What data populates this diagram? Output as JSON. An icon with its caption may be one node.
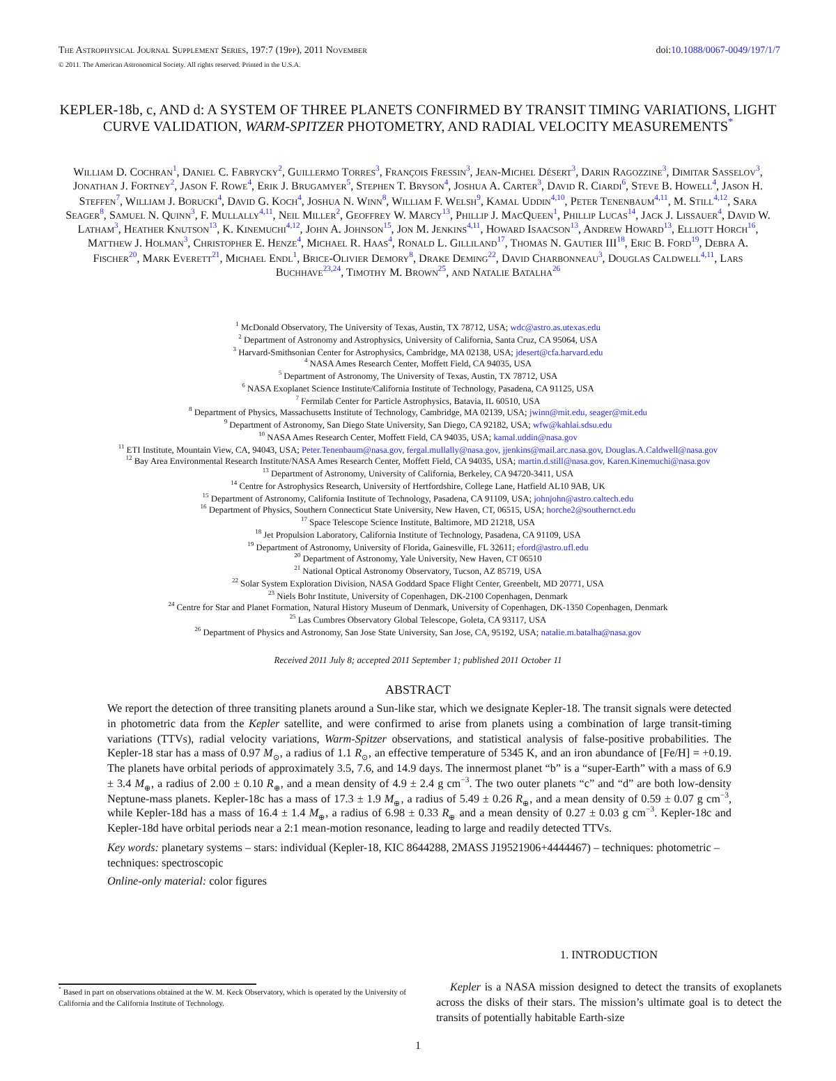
{
  "diagram": {
    "title": "KEPLER-18b, c, AND d: A SYSTEM OF THREE PLANETS CONFIRMED BY TRANSIT TIMING VARIATIONS, LIGHT CURVE VALIDATION, *WARM-SPITZER* PHOTOMETRY, AND RADIAL VELOCITY MEASUREMENTS$^{*}$",
    "labels": [
      "The Astrophysical Journal Supplement Series, 197:7 (19pp), 2011 November",
      "doi:",
      "10.1088/0067-0049/197/1/7",
      "© 2011. The American Astronomical Society. All rights reserved. Printed in the U.S.A.",
      "William D. Cochran$^{1}$, Daniel C. Fabrycky$^{2}$, Guillermo Torres$^{3}$, François Fressin$^{3}$, Jean-Michel Désert$^{3}$, Darin Ragozzine$^{3}$, Dimitar Sasselov$^{3}$, Jonathan J. Fortney$^{2}$, Jason F. Rowe$^{4}$, Erik J. Brugamyer$^{5}$, Stephen T. Bryson$^{4}$, Joshua A. Carter$^{3}$, David R. Ciardi$^{6}$, Steve B. Howell$^{4}$, Jason H. Steffen$^{7}$, William J. Borucki$^{4}$, David G. Koch$^{4}$, Joshua N. Winn$^{8}$, William F. Welsh$^{9}$, Kamal Uddin$^{4,10}$, Peter Tenenbaum$^{4,11}$, M. Still$^{4,12}$, Sara Seager$^{8}$, Samuel N. Quinn$^{3}$, F. Mullally$^{4,11}$, Neil Miller$^{2}$, Geoffrey W. Marcy$^{13}$, Phillip J. MacQueen$^{1}$, Phillip Lucas$^{14}$, Jack J. Lissauer$^{4}$, David W. Latham$^{3}$, Heather Knutson$^{13}$, K. Kinemuchi$^{4,12}$, John A. Johnson$^{15}$, Jon M. Jenkins$^{4,11}$, Howard Isaacson$^{13}$, Andrew Howard$^{13}$, Elliott Horch$^{16}$, Matthew J. Holman$^{3}$, Christopher E. Henze$^{4}$, Michael R. Haas$^{4}$, Ronald L. Gilliland$^{17}$, Thomas N. Gautier III$^{18}$, Eric B. Ford$^{19}$, Debra A. Fischer$^{20}$, Mark Everett$^{21}$, Michael Endl$^{1}$, Brice-Olivier Demory$^{8}$, Drake Deming$^{22}$, David Charbonneau$^{3}$, Douglas Caldwell$^{4,11}$, Lars Buchhave$^{23,24}$, Timothy M. Brown$^{25}$, and Natalie Batalha$^{26}$",
      "$^{1}$ McDonald Observatory, The University of Texas, Austin, TX 78712, USA;",
      "wdc@astro.as.utexas.edu",
      "$^{2}$ Department of Astronomy and Astrophysics, University of California, Santa Cruz, CA 95064, USA",
      "$^{3}$ Harvard-Smithsonian Center for Astrophysics, Cambridge, MA 02138, USA;",
      "jdesert@cfa.harvard.edu",
      "$^{4}$ NASA Ames Research Center, Moffett Field, CA 94035, USA",
      "$^{5}$ Department of Astronomy, The University of Texas, Austin, TX 78712, USA",
      "$^{6}$ NASA Exoplanet Science Institute/California Institute of Technology, Pasadena, CA 91125, USA",
      "$^{7}$ Fermilab Center for Particle Astrophysics, Batavia, IL 60510, USA",
      "$^{8}$ Department of Physics, Massachusetts Institute of Technology, Cambridge, MA 02139, USA;",
      "jwinn@mit.edu,",
      "seager@mit.edu",
      "$^{9}$ Department of Astronomy, San Diego State University, San Diego, CA 92182, USA;",
      "wfw@kahlai.sdsu.edu",
      "$^{10}$ NASA Ames Research Center, Moffett Field, CA 94035, USA;",
      "kamal.uddin@nasa.gov",
      "$^{11}$ ETI Institute, Mountain View, CA, 94043, USA;",
      "Peter.Tenenbaum@nasa.gov,",
      "fergal.mullally@nasa.gov,",
      "jjenkins@mail.arc.nasa.gov,",
      "Douglas.A.Caldwell@nasa.gov",
      "$^{12}$ Bay Area Environmental Research Institute/NASA Ames Research Center, Moffett Field, CA 94035, USA;",
      "martin.d.still@nasa.gov,",
      "Karen.Kinemuchi@nasa.gov",
      "$^{13}$ Department of Astronomy, University of California, Berkeley, CA 94720-3411, USA",
      "$^{14}$ Centre for Astrophysics Research, University of Hertfordshire, College Lane, Hatfield AL10 9AB, UK",
      "$^{15}$ Department of Astronomy, California Institute of Technology, Pasadena, CA 91109, USA;",
      "johnjohn@astro.caltech.edu",
      "$^{16}$ Department of Physics, Southern Connecticut State University, New Haven, CT, 06515, USA;",
      "horche2@southernct.edu",
      "$^{17}$ Space Telescope Science Institute, Baltimore, MD 21218, USA",
      "$^{18}$ Jet Propulsion Laboratory, California Institute of Technology, Pasadena, CA 91109, USA",
      "$^{19}$ Department of Astronomy, University of Florida, Gainesville, FL 32611;",
      "eford@astro.ufl.edu",
      "$^{20}$ Department of Astronomy, Yale University, New Haven, CT 06510",
      "$^{21}$ National Optical Astronomy Observatory, Tucson, AZ 85719, USA",
      "$^{22}$ Solar System Exploration Division, NASA Goddard Space Flight Center, Greenbelt, MD 20771, USA",
      "$^{23}$ Niels Bohr Institute, University of Copenhagen, DK-2100 Copenhagen, Denmark",
      "$^{24}$ Centre for Star and Planet Formation, Natural History Museum of Denmark, University of Copenhagen, DK-1350 Copenhagen, Denmark",
      "$^{25}$ Las Cumbres Observatory Global Telescope, Goleta, CA 93117, USA",
      "$^{26}$ Department of Physics and Astronomy, San Jose State University, San Jose, CA, 95192, USA;",
      "natalie.m.batalha@nasa.gov",
      "Received 2011 July 8; accepted 2011 September 1; published 2011 October 11",
      "ABSTRACT",
      "We report the detection of three transiting planets around a Sun-like star, which we designate Kepler-18. The transit signals were detected in photometric data from the *Kepler* satellite, and were confirmed to arise from planets using a combination of large transit-timing variations (TTVs), radial velocity variations, *Warm-Spitzer* observations, and statistical analysis of false-positive probabilities. The Kepler-18 star has a mass of 0.97 *M*$_{⊙}$, a radius of 1.1 *R*$_{⊙}$, an effective temperature of 5345 K, and an iron abundance of [Fe/H] = +0.19. The planets have orbital periods of approximately 3.5, 7.6, and 14.9 days. The innermost planet “b” is a “super-Earth” with a mass of 6.9 ± 3.4 *M*$_{⊕}$, a radius of 2.00 ± 0.10 *R*$_{⊕}$, and a mean density of 4.9 ± 2.4 g cm$^{−3}$. The two outer planets “c” and “d” are both low-density Neptune-mass planets. Kepler-18c has a mass of 17.3 ± 1.9 *M*$_{⊕}$, a radius of 5.49 ± 0.26 *R*$_{⊕}$, and a mean density of 0.59 ± 0.07 g cm$^{−3}$, while Kepler-18d has a mass of 16.4 ± 1.4 *M*$_{⊕}$, a radius of 6.98 ± 0.33 *R*$_{⊕}$ and a mean density of 0.27 ± 0.03 g cm$^{−3}$. Kepler-18c and Kepler-18d have orbital periods near a 2:1 mean-motion resonance, leading to large and readily detected TTVs.",
      "*Key words:* planetary systems – stars: individual (Kepler-18, KIC 8644288, 2MASS J19521906+4444467) – techniques: photometric – techniques: spectroscopic",
      "*Online-only material:* color figures",
      "1. INTRODUCTION",
      "$^{*}$ Based in part on observations obtained at the W. M. Keck Observatory, which is operated by the University of California and the California Institute of Technology.",
      "*Kepler* is a NASA mission designed to detect the transits of exoplanets across the disks of their stars. The mission’s ultimate goal is to detect the transits of potentially habitable Earth-size",
      "1"
    ]
  }
}
